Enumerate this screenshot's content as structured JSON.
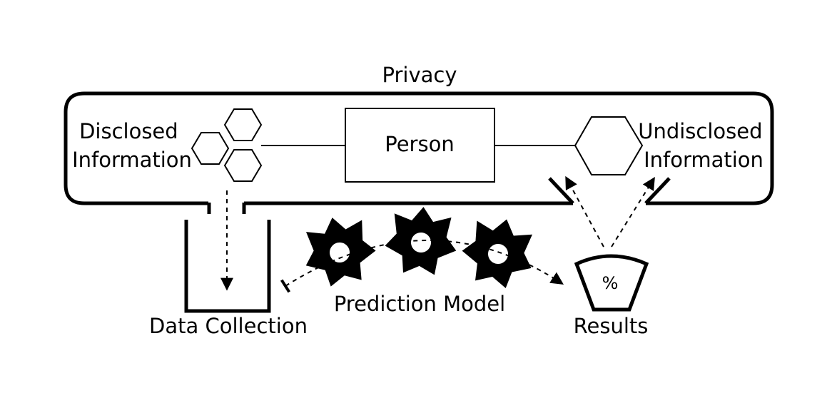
{
  "labels": {
    "privacy": "Privacy",
    "disclosed_line1": "Disclosed",
    "disclosed_line2": "Information",
    "person": "Person",
    "undisclosed_line1": "Undisclosed",
    "undisclosed_line2": "Information",
    "data_collection": "Data Collection",
    "prediction_model": "Prediction Model",
    "results": "Results",
    "percent": "%"
  },
  "colors": {
    "stroke": "#000000",
    "background": "#ffffff"
  }
}
